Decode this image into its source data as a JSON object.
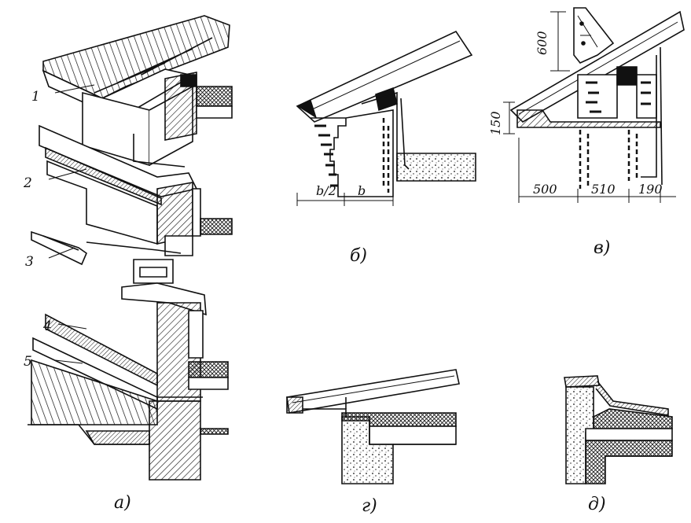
{
  "parts": {
    "a": {
      "label": "а)",
      "callouts": [
        "1",
        "2",
        "3",
        "4",
        "5"
      ]
    },
    "b": {
      "label": "б)",
      "dim_half": "b/2",
      "dim_full": "b"
    },
    "v": {
      "label": "в)",
      "dim_600": "600",
      "dim_150": "150",
      "dim_500": "500",
      "dim_510": "510",
      "dim_190": "190"
    },
    "g": {
      "label": "г)"
    },
    "d": {
      "label": "д)"
    }
  },
  "colors": {
    "ink": "#111111",
    "paper": "#ffffff"
  }
}
